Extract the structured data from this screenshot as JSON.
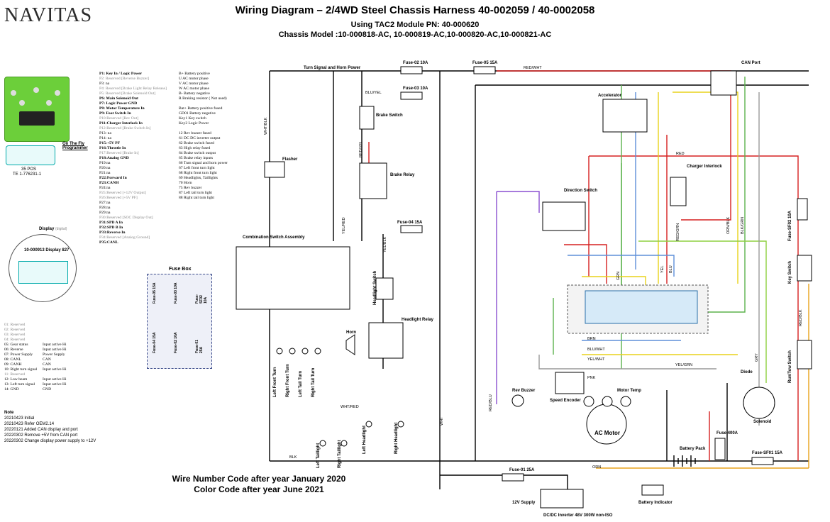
{
  "header": {
    "logo": "NAVITAS",
    "title": "Wiring Diagram – 2/4WD Steel Chassis Harness 40-002059 / 40-0002058",
    "subtitle_module": "Using TAC2 Module PN: 40-000620",
    "subtitle_chassis": "Chassis Model :10-000818-AC, 10-000819-AC,10-000820-AC,10-000821-AC"
  },
  "controller": {
    "on_the_fly_label": "On The Fly Programmer",
    "connector_label": "35 POS",
    "connector_part": "TE 1-776231-1"
  },
  "pins_left": [
    {
      "text": "P1: Key In / Logic Power",
      "style": "b"
    },
    {
      "text": "P2: Reserved [Reverse Buzzer]",
      "style": "g"
    },
    {
      "text": "P3: na",
      "style": ""
    },
    {
      "text": "P4: Reserved [Brake Light Relay Release]",
      "style": "g"
    },
    {
      "text": "P5: Reserved [Brake Solenoid Out]",
      "style": "g"
    },
    {
      "text": "P6: Main Solenoid Out",
      "style": "b"
    },
    {
      "text": "P7: Logic Power GND",
      "style": "b"
    },
    {
      "text": "P8: Motor Temperature In",
      "style": "b"
    },
    {
      "text": "P9: Foot Switch In",
      "style": "b"
    },
    {
      "text": "P10:Reserved [Rev Out]",
      "style": "g"
    },
    {
      "text": "P11:Charger Interlock In",
      "style": "b"
    },
    {
      "text": "P12:Reserved [Brake Switch In]",
      "style": "g"
    },
    {
      "text": "P13: na",
      "style": ""
    },
    {
      "text": "P14: na",
      "style": ""
    },
    {
      "text": "P15:+5V PF",
      "style": "b"
    },
    {
      "text": "P16:Throttle In",
      "style": "b"
    },
    {
      "text": "P17:Reserved [Brake In]",
      "style": "g"
    },
    {
      "text": "P18:Analog GND",
      "style": "b"
    },
    {
      "text": "P19:na",
      "style": ""
    },
    {
      "text": "P20:na",
      "style": ""
    },
    {
      "text": "P21:na",
      "style": ""
    },
    {
      "text": "P22:Forward In",
      "style": "b"
    },
    {
      "text": "P23:CANH",
      "style": "b"
    },
    {
      "text": "P24:na",
      "style": ""
    },
    {
      "text": "P25:Reserved [+12V Output]",
      "style": "g"
    },
    {
      "text": "P26:Reserved [+5V PF]",
      "style": "g"
    },
    {
      "text": "P27:na",
      "style": ""
    },
    {
      "text": "P28:na",
      "style": ""
    },
    {
      "text": "P29:na",
      "style": ""
    },
    {
      "text": "P30:Reserved [SOC Display Out]",
      "style": "g"
    },
    {
      "text": "P31:SPD A In",
      "style": "b"
    },
    {
      "text": "P32:SPD B In",
      "style": "b"
    },
    {
      "text": "P33:Reverse In",
      "style": "b"
    },
    {
      "text": "P34:Reserved [Analog Ground]",
      "style": "g"
    },
    {
      "text": "P35:CANL",
      "style": "b"
    }
  ],
  "pins_right": [
    "B+ Battery positive",
    "U  AC motor phase",
    "V  AC motor phase",
    "W  AC motor phase",
    "B- Battery negative",
    "R  Braking resistor ( Not used)",
    "",
    "Bat+ Battery positive fused",
    "GD01 Battery negative",
    "Key1  Key switch",
    "Key2  Logic Power",
    "",
    "12 Rev buzzer fused",
    "61 DC DC inverter output",
    "62 Brake switch fused",
    "63 High relay fused",
    "64 Brake switch output",
    "65 Brake relay inputs",
    "66 Turn signal and horn power",
    "67 Left front turn light",
    "68 Right front turn light",
    "69 Headlights, Taillights",
    "70 Horn",
    "75 Rev buzzer",
    "87 Left tail turn light",
    "88 Right tail turn light"
  ],
  "display": {
    "title": "Display",
    "title_note": "(digital)",
    "part": "10-000913 Display 827",
    "pins": [
      {
        "text": "01: Reserved",
        "style": "g",
        "note": ""
      },
      {
        "text": "02: Reserved",
        "style": "g",
        "note": ""
      },
      {
        "text": "03: Reserved",
        "style": "g",
        "note": ""
      },
      {
        "text": "04: Reserved",
        "style": "g",
        "note": ""
      },
      {
        "text": "05: Gear status",
        "style": "",
        "note": "Input active Hi"
      },
      {
        "text": "06: Reverse",
        "style": "",
        "note": "Input active Hi"
      },
      {
        "text": "07: Power Supply",
        "style": "",
        "note": "Power Supply"
      },
      {
        "text": "08: CANL",
        "style": "",
        "note": "CAN"
      },
      {
        "text": "09: CANH",
        "style": "",
        "note": "CAN"
      },
      {
        "text": "10: Right turn signal",
        "style": "",
        "note": "Input active Hi"
      },
      {
        "text": "11: Reserved",
        "style": "g",
        "note": ""
      },
      {
        "text": "12: Low beam",
        "style": "",
        "note": "Input active Hi"
      },
      {
        "text": "13: Left turn signal",
        "style": "",
        "note": "Input active Hi"
      },
      {
        "text": "14: GND",
        "style": "",
        "note": "GND"
      }
    ]
  },
  "fuse_box": {
    "title": "Fuse Box",
    "fuses": [
      "Fuse-05 15A",
      "Fuse-03 10A",
      "Fuse-SF02 10A",
      "Fuse-04 15A",
      "Fuse-02 10A",
      "Fuse-01 25A"
    ]
  },
  "notes": {
    "title": "Note",
    "lines": [
      "20210423 Initial",
      "20210423 Refer OEM2.14",
      "20220121 Added CAN display and port",
      "20220302 Remove +5V from CAN port",
      "20220302 Change display power supply to +12V"
    ]
  },
  "wire_code": {
    "line1": "Wire Number Code after year January 2020",
    "line2": "Color Code after year June 2021"
  },
  "components": {
    "turn_signal_power": "Turn Signal and Horn Power",
    "fuse02": "Fuse-02 10A",
    "fuse05": "Fuse-05 15A",
    "fuse03": "Fuse-03 10A",
    "fuse04": "Fuse-04 15A",
    "fuse01": "Fuse-01 25A",
    "fusesf01": "Fuse-SF01 15A",
    "fusesf02": "Fuse-SF02 10A",
    "fuse400": "Fuse 400A",
    "brake_switch": "Brake Switch",
    "brake_relay": "Brake Relay",
    "flasher": "Flasher",
    "combination_switch": "Combination Switch Assembly",
    "headlight_switch": "Headlight Switch",
    "headlight_relay": "Headlight Relay",
    "horn": "Horn",
    "accelerator": "Accelerator",
    "direction_switch": "Direction Switch",
    "charger_interlock": "Charger Interlock",
    "can_port": "CAN Port",
    "key_switch": "Key Switch",
    "runtow_switch": "Run/Tow Switch",
    "rev_buzzer": "Rev Buzzer",
    "speed_encoder": "Speed Encoder",
    "motor_temp": "Motor Temp",
    "ac_motor": "AC Motor",
    "diode": "Diode",
    "solenoid": "Solenoid",
    "battery_pack": "Battery Pack",
    "battery_indicator": "Battery Indicator",
    "dcdc": "DC/DC Inverter 48V 300W non-ISO",
    "supply12v": "12V Supply",
    "lamps": [
      "Left Front Turn",
      "Right Front Turn",
      "Left Tail Turn",
      "Right Tail Turn"
    ],
    "tail_lamps": [
      "Left Taillight",
      "Right Taillight",
      "Left Headlight",
      "Right Headlight"
    ]
  },
  "wires": {
    "red_wht": "RED/WHT",
    "blu_yel": "BLU/YEL",
    "wht_blk": "WHT/BLK",
    "red_yel": "RED/YEL",
    "yel_red": "YEL/RED",
    "yel_blk": "YEL/BLK",
    "wht_red": "WHT/RED",
    "blk": "BLK",
    "red": "RED",
    "orn": "ORN",
    "wht": "WHT",
    "grn": "GRN",
    "yel": "YEL",
    "blu": "BLU",
    "brn": "BRN",
    "pnk": "PNK",
    "gry": "GRY",
    "blu_wht": "BLU/WHT",
    "yel_wht": "YEL/WHT",
    "yel_grn": "YEL/GRN",
    "red_blk": "RED/BLK",
    "red_blu": "RED/BLU",
    "blk_grn": "BLK/GRN",
    "orn_blk": "ORN/BLK",
    "red_grn": "RED/GRN"
  },
  "colors": {
    "red": "#d62020",
    "green": "#5bb24c",
    "yellow": "#e8d21a",
    "blue": "#5e8fd8",
    "purple": "#8a4fd0",
    "orange": "#e8a21a",
    "lime": "#8fd040",
    "grey": "#999999"
  }
}
